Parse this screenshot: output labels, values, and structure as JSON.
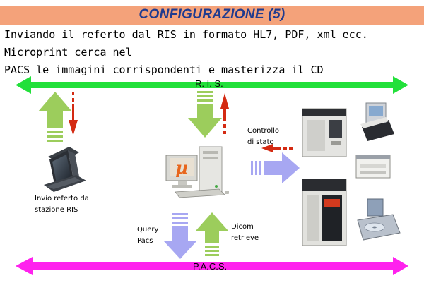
{
  "header": {
    "title": "CONFIGURAZIONE (5)"
  },
  "intro": {
    "line1": "Inviando il referto dal RIS in formato HL7, PDF, xml ecc. Microprint cerca nel",
    "line2": "PACS le immagini corrispondenti e masterizza il CD"
  },
  "diagram": {
    "ris_label": "R. I. S.",
    "pacs_label": "P.A.C.S.",
    "ris_station": {
      "line1": "Invio referto da",
      "line2": "stazione RIS"
    },
    "status_check": {
      "line1": "Controllo",
      "line2": "di stato"
    },
    "query": {
      "line1": "Query",
      "line2": "Pacs"
    },
    "retrieve": {
      "line1": "Dicom",
      "line2": "retrieve"
    },
    "server_logo": "µ"
  },
  "colors": {
    "banner": "#f4a27a",
    "title": "#1f3b8f",
    "ris_bar": "#22e03a",
    "pacs_bar": "#ff22ee",
    "green_arrow": "#9ccd5c",
    "red_arrow": "#d42a12",
    "blue_arrow": "#a7a7f2"
  }
}
